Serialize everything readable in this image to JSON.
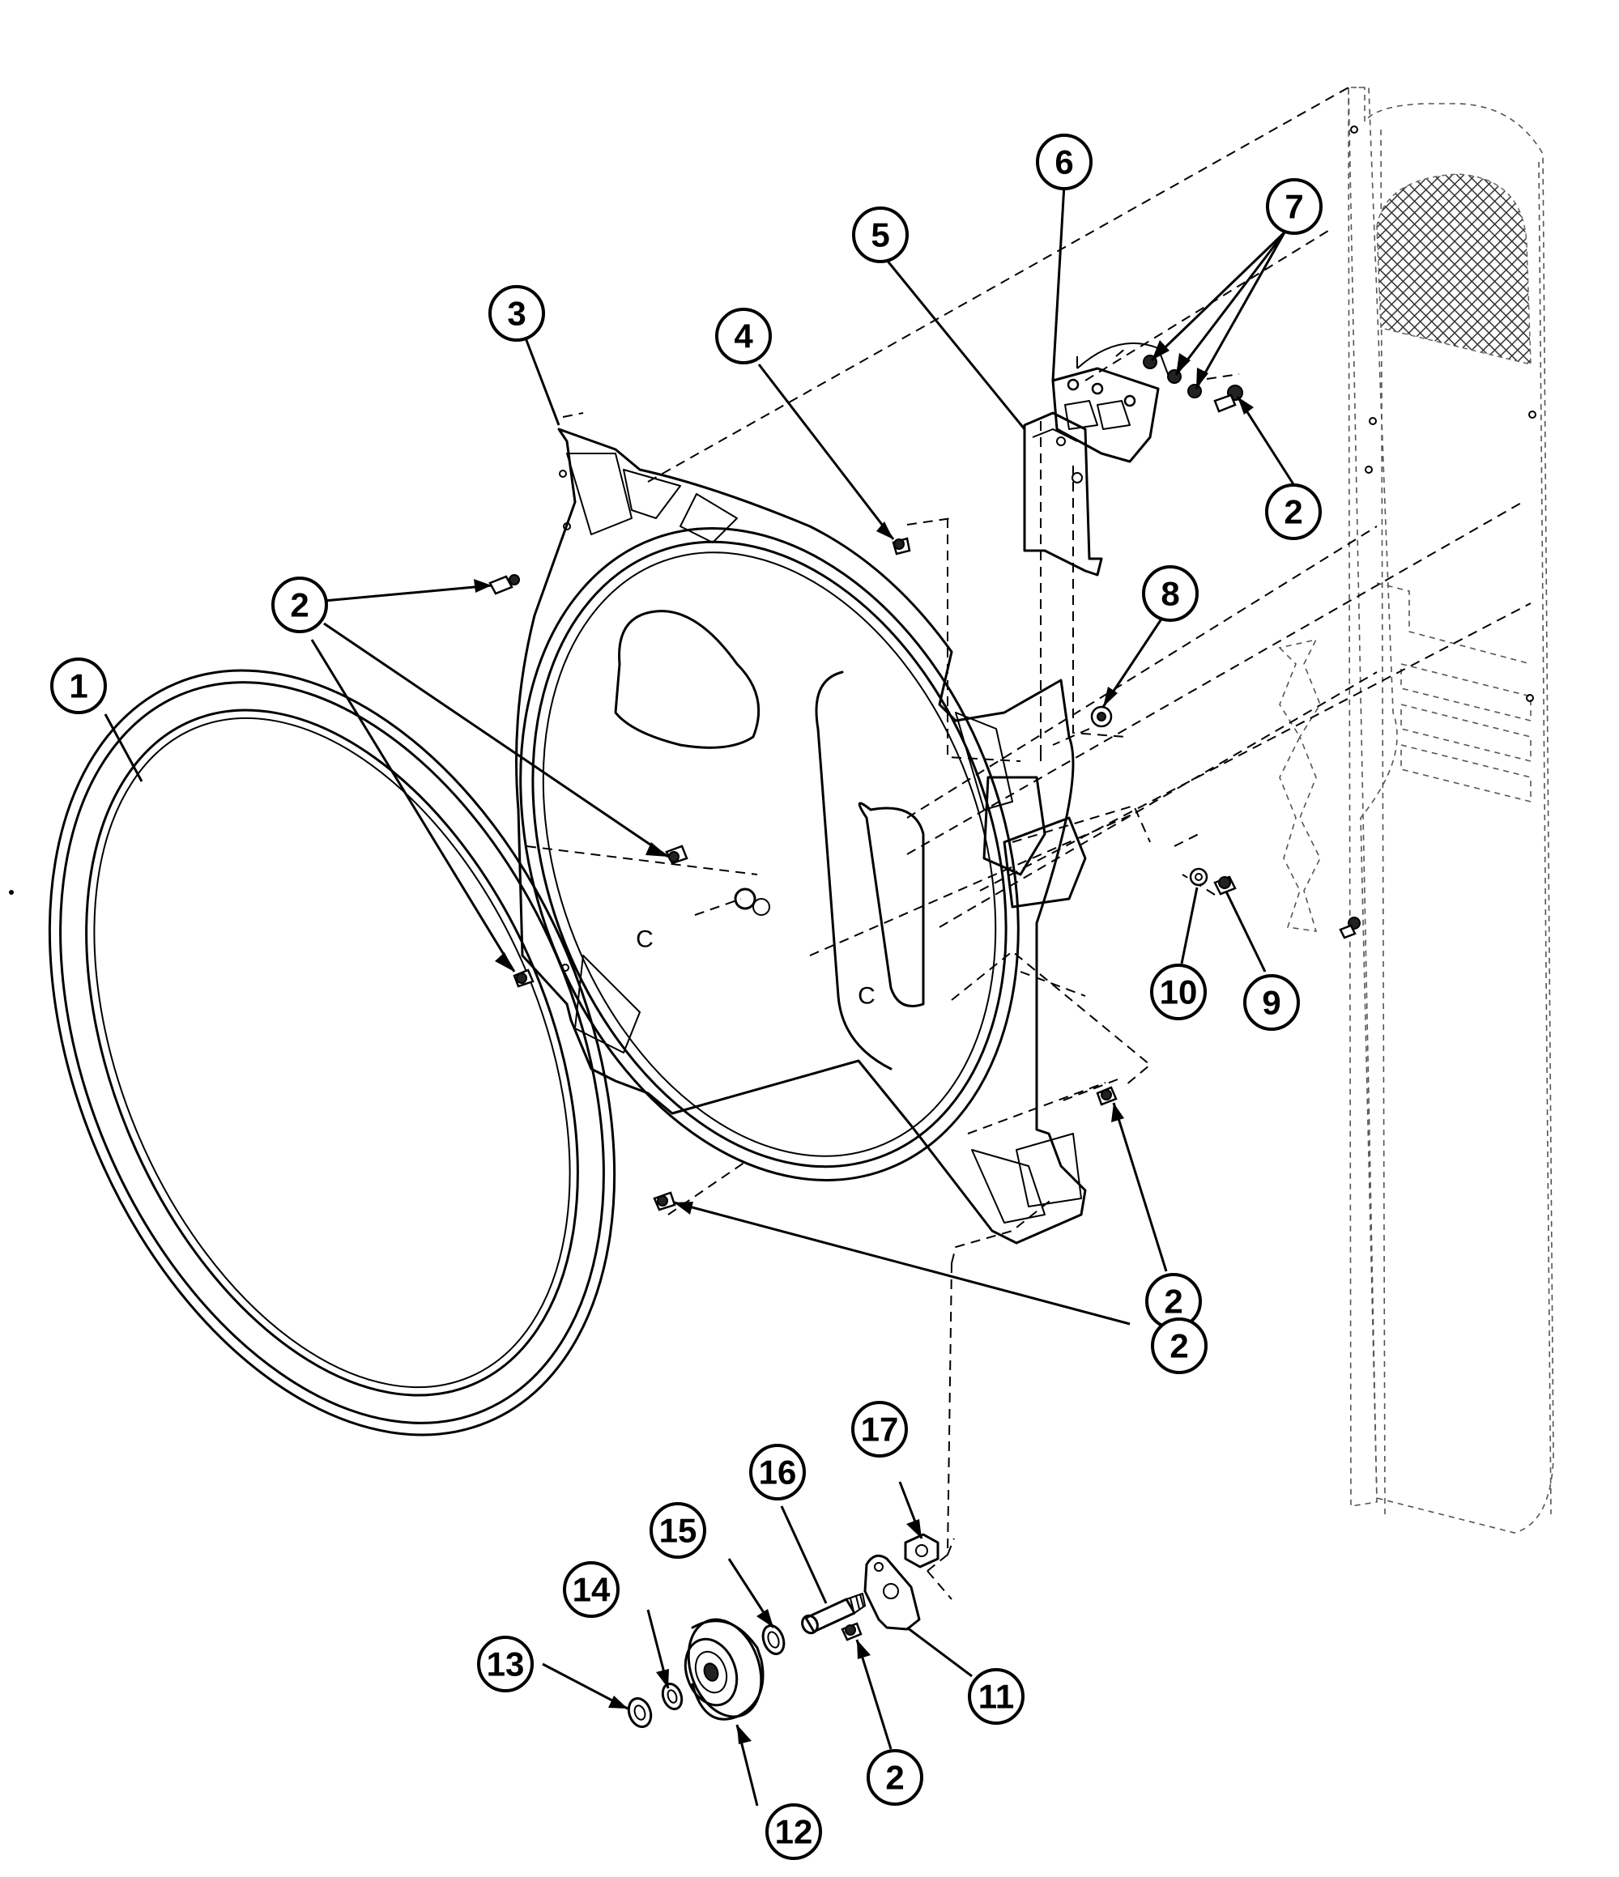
{
  "diagram": {
    "callouts": [
      {
        "id": "c1",
        "label": "1"
      },
      {
        "id": "c2a",
        "label": "2"
      },
      {
        "id": "c2b",
        "label": "2"
      },
      {
        "id": "c2c",
        "label": "2"
      },
      {
        "id": "c2d",
        "label": "2"
      },
      {
        "id": "c2e",
        "label": "2"
      },
      {
        "id": "c3",
        "label": "3"
      },
      {
        "id": "c4",
        "label": "4"
      },
      {
        "id": "c5",
        "label": "5"
      },
      {
        "id": "c6",
        "label": "6"
      },
      {
        "id": "c7",
        "label": "7"
      },
      {
        "id": "c8",
        "label": "8"
      },
      {
        "id": "c9",
        "label": "9"
      },
      {
        "id": "c10",
        "label": "10"
      },
      {
        "id": "c11",
        "label": "11"
      },
      {
        "id": "c12",
        "label": "12"
      },
      {
        "id": "c13",
        "label": "13"
      },
      {
        "id": "c14",
        "label": "14"
      },
      {
        "id": "c15",
        "label": "15"
      },
      {
        "id": "c16",
        "label": "16"
      },
      {
        "id": "c17",
        "label": "17"
      }
    ],
    "panel_marks": {
      "left": "C",
      "right": "C"
    }
  }
}
